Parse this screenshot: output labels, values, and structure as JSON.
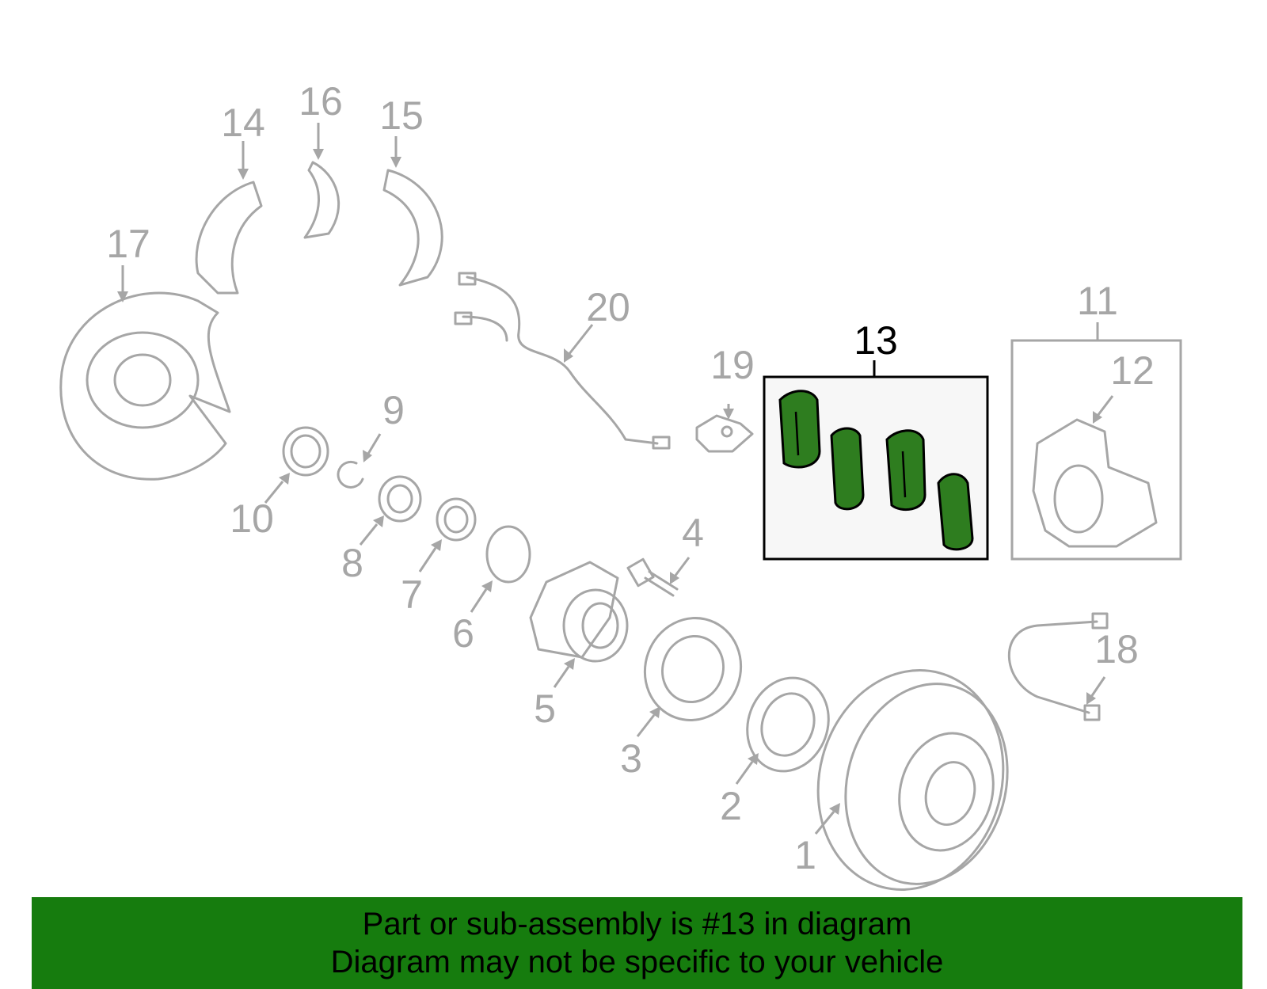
{
  "diagram": {
    "callouts": {
      "c1": "1",
      "c2": "2",
      "c3": "3",
      "c4": "4",
      "c5": "5",
      "c6": "6",
      "c7": "7",
      "c8": "8",
      "c9": "9",
      "c10": "10",
      "c11": "11",
      "c12": "12",
      "c13": "13",
      "c14": "14",
      "c15": "15",
      "c16": "16",
      "c17": "17",
      "c18": "18",
      "c19": "19",
      "c20": "20"
    },
    "highlighted_part": "13",
    "colors": {
      "highlight_fill": "#2e7d1f",
      "parts_stroke": "#a6a6a6",
      "banner_bg": "#167c0e"
    }
  },
  "banner": {
    "line1": "Part or sub-assembly is #13 in diagram",
    "line2": "Diagram may not be specific to your vehicle"
  }
}
